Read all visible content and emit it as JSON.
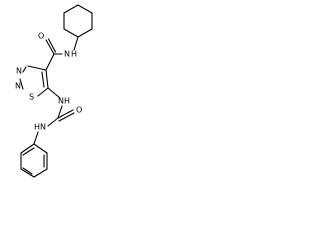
{
  "molecule": {
    "atom_labels": {
      "amide_oxygen": "O",
      "amide_nitrogen": "N",
      "amide_hydrogen": "H",
      "ring_nitrogen_top": "N",
      "ring_nitrogen_bottom": "N",
      "ring_sulfur": "S",
      "nh_linker_top": "NH",
      "urea_oxygen": "O",
      "hn_linker": "HN"
    }
  }
}
